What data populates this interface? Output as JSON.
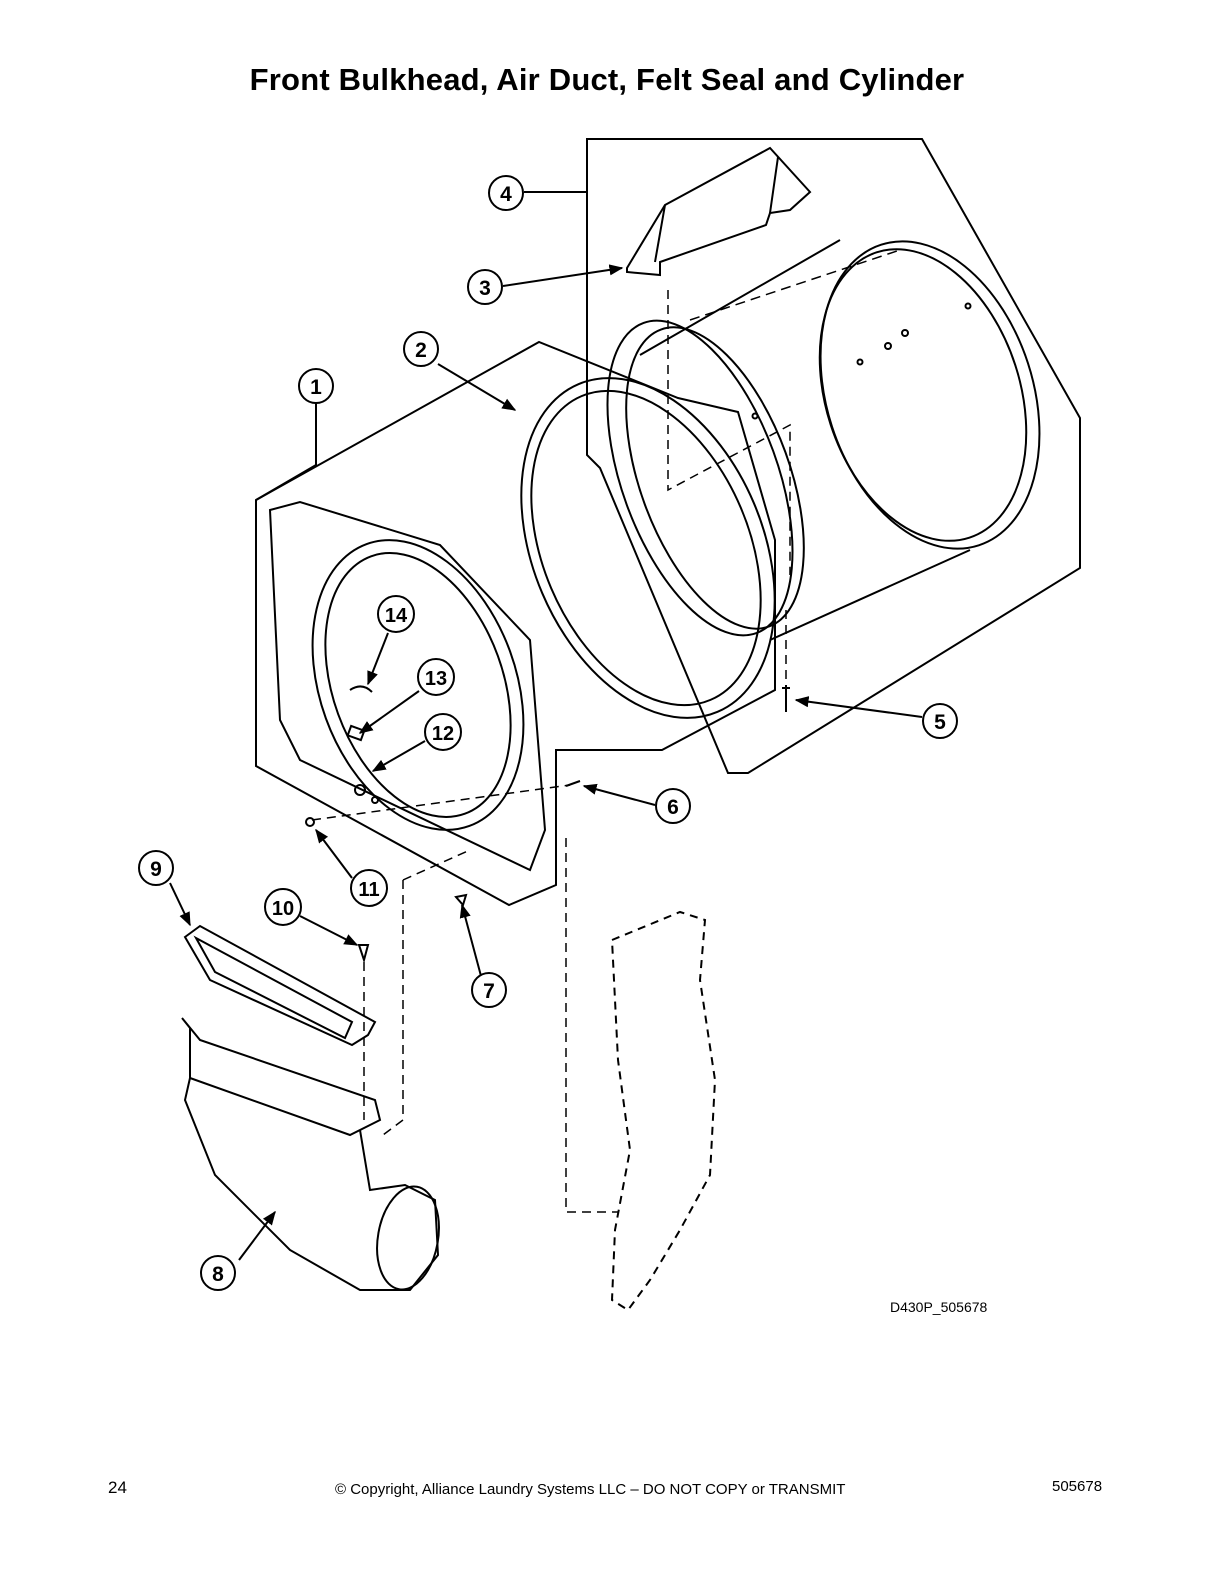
{
  "page": {
    "title": "Front Bulkhead, Air Duct, Felt Seal and Cylinder",
    "drawing_code": "D430P_505678",
    "page_number": "24",
    "copyright": "© Copyright, Alliance Laundry Systems LLC – DO NOT COPY or TRANSMIT",
    "document_number": "505678"
  },
  "callouts": [
    "1",
    "2",
    "3",
    "4",
    "5",
    "6",
    "7",
    "8",
    "9",
    "10",
    "11",
    "12",
    "13",
    "14"
  ],
  "colors": {
    "line": "#000000",
    "background": "#ffffff"
  }
}
